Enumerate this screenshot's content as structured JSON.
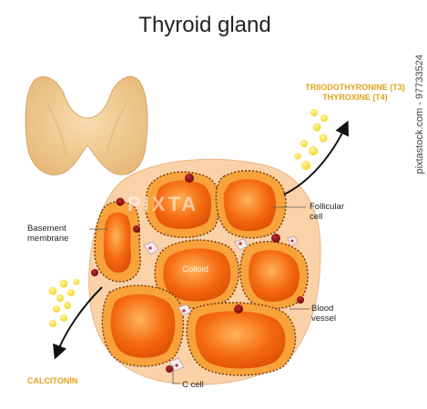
{
  "title": "Thyroid gland",
  "labels": {
    "follicular_cell": "Follicular cell",
    "basement_membrane": "Basement membrane",
    "colloid": "Colloid",
    "blood_vessel": "Blood vessel",
    "c_cell": "C cell"
  },
  "hormones": {
    "t3": "TRIIODOTHYRONINE (T3)",
    "t4": "THYROXINE (T4)",
    "calcitonin": "CALCITONIN"
  },
  "watermark": "PIXTA",
  "credit": "pixtastock.com - 97733524",
  "colors": {
    "hormone_text": "#e0a21a",
    "colloid": "#f56a10",
    "tissue": "#fbd2a8",
    "blood_cell": "#8b1018"
  }
}
